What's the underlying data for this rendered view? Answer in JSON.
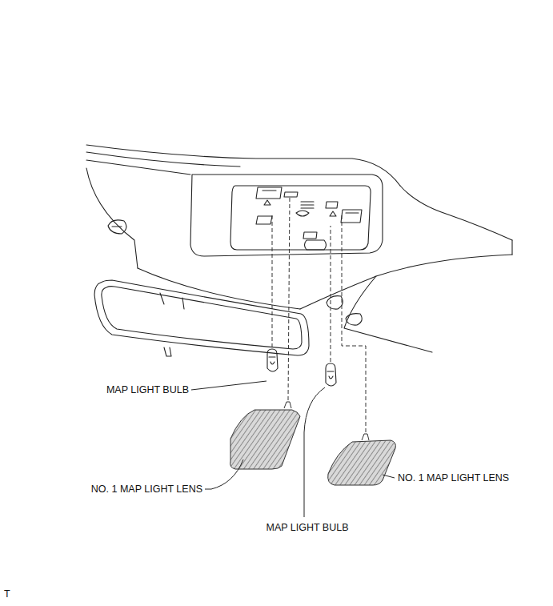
{
  "diagram": {
    "labels": [
      "MAP LIGHT BULB",
      "NO. 1 MAP LIGHT LENS",
      "MAP LIGHT BULB",
      "NO. 1 MAP LIGHT LENS",
      "T"
    ]
  }
}
